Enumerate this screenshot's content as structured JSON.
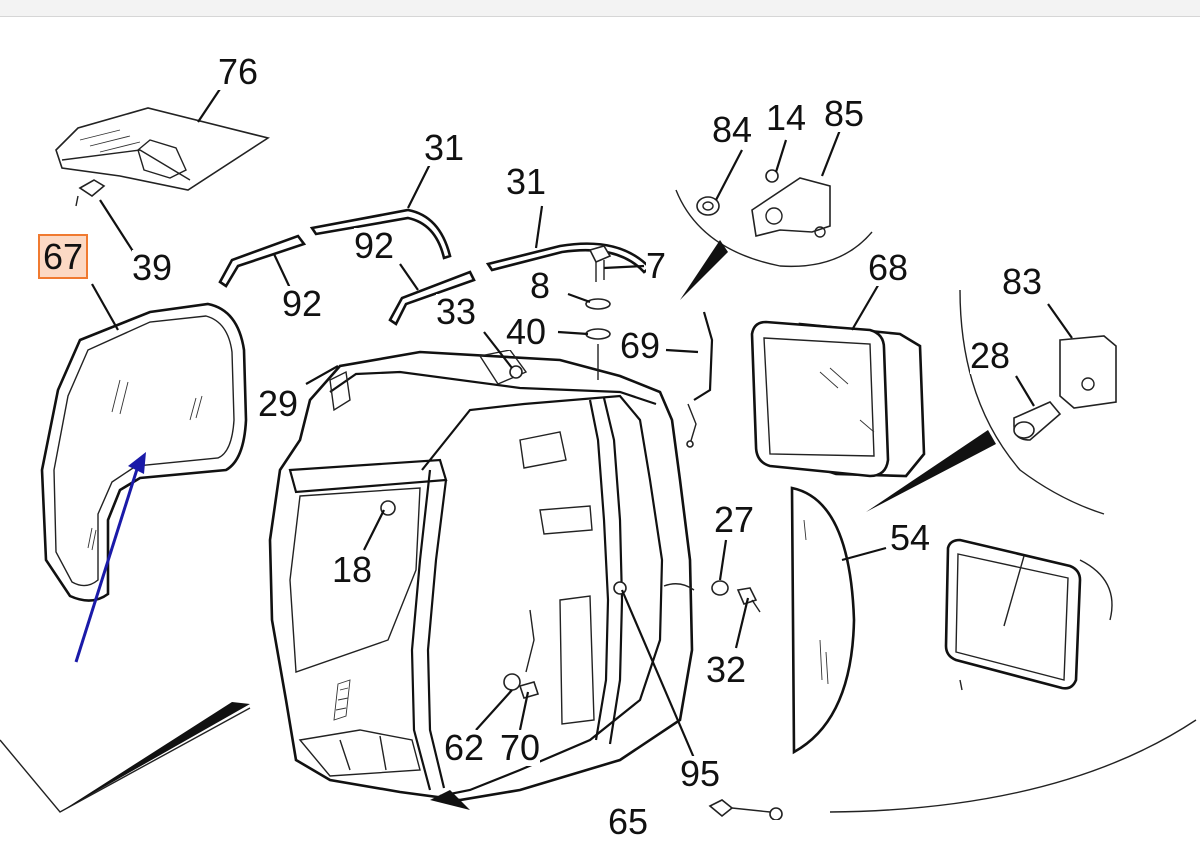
{
  "colors": {
    "line": "#111111",
    "highlight_fill": "#fcd9c4",
    "highlight_border": "#f07a30",
    "arrow": "#1a1aa8"
  },
  "selected_part": "67",
  "callouts": [
    "76",
    "31",
    "31",
    "84",
    "14",
    "85",
    "39",
    "67",
    "92",
    "92",
    "7",
    "8",
    "33",
    "40",
    "69",
    "68",
    "83",
    "28",
    "29",
    "18",
    "27",
    "54",
    "32",
    "62",
    "70",
    "95",
    "65"
  ]
}
